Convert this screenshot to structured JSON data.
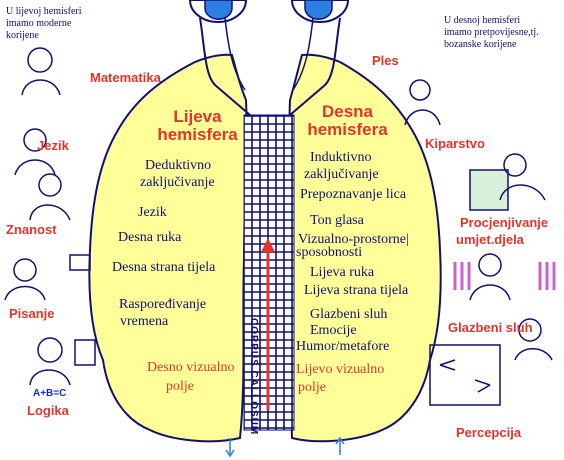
{
  "notes": {
    "left": [
      "U lijevoj hemisferi",
      "imamo moderne",
      "korijene"
    ],
    "right": [
      "U desnoj hemisferi",
      "imamo pretpovijesne,tj.",
      "bozanske korijene"
    ]
  },
  "left_hemisphere": {
    "title": [
      "Lijeva",
      "hemisfera"
    ],
    "functions": [
      "Deduktivno",
      "zaključivanje",
      "Jezik",
      "Desna ruka",
      "Desna strana tijela",
      "Raspoređivanje",
      "vremena"
    ],
    "visual_field": [
      "Desno vizualno",
      "polje"
    ]
  },
  "right_hemisphere": {
    "title": [
      "Desna",
      "hemisfera"
    ],
    "functions": [
      "Induktivno",
      "zaključivanje",
      "Prepoznavanje lica",
      "Ton glasa",
      "Vizualno-prostorne|",
      "sposobnosti",
      "Lijeva ruka",
      "Lijeva strana tijela",
      "Glazbeni sluh",
      "Emocije",
      "Humor/metafore"
    ],
    "visual_field": [
      "Lijevo vizualno",
      "polje"
    ]
  },
  "corpus_callosum": "CORPUS CALLOSUM",
  "left_labels": [
    "Matematika",
    "Jezik",
    "Znanost",
    "Pisanje",
    "Logika"
  ],
  "logic_formula": "A+B=C",
  "right_labels": [
    "Ples",
    "Kiparstvo",
    "Procjenjivanje",
    "umjet.djela",
    "Glazbeni sluh",
    "Percepcija"
  ],
  "colors": {
    "brain": "#ffff99",
    "outline": "#101070",
    "label_red": "#e0362b",
    "eye_blue": "#2a7fe0"
  }
}
